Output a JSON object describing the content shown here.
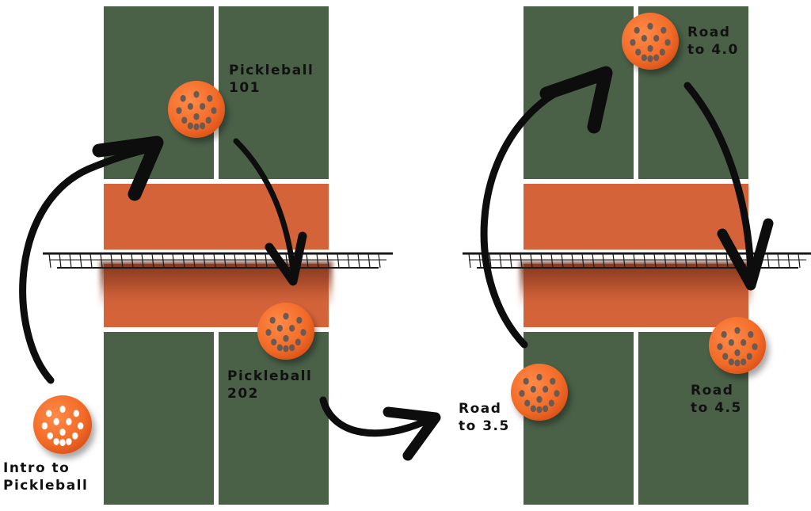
{
  "colors": {
    "court_green": "#4a6148",
    "kitchen_orange": "#d4633a",
    "court_line": "#ffffff",
    "ball_orange": "#f26a27",
    "ball_hole": "#6b5a52",
    "arrow": "#0d0d0d",
    "net": "#1a1a1a"
  },
  "labels": {
    "intro": [
      "Intro to",
      "Pickleball"
    ],
    "p101": [
      "Pickleball",
      "101"
    ],
    "p202": [
      "Pickleball",
      "202"
    ],
    "road35": [
      "Road",
      "to 3.5"
    ],
    "road40": [
      "Road",
      "to 4.0"
    ],
    "road45": [
      "Road",
      "to 4.5"
    ]
  }
}
